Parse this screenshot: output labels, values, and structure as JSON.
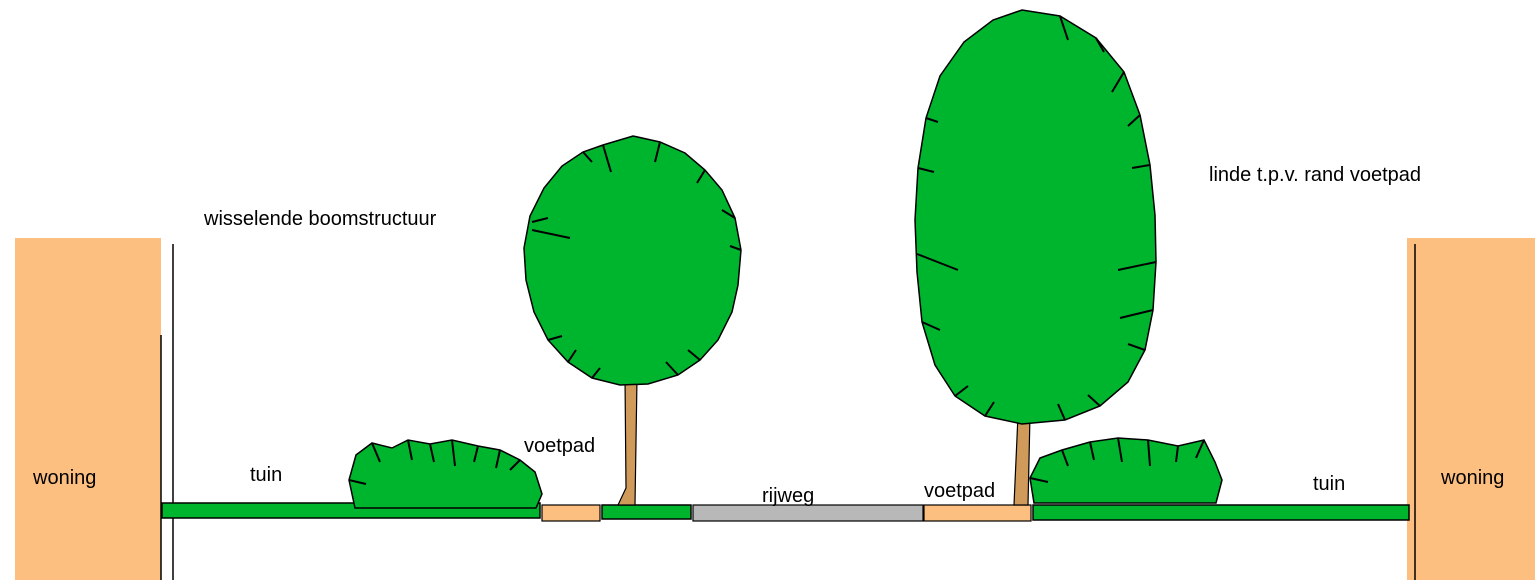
{
  "labels": {
    "house_left": "woning",
    "house_right": "woning",
    "garden_left": "tuin",
    "garden_right": "tuin",
    "footpath_left": "voetpad",
    "footpath_right": "voetpad",
    "roadway": "rijweg",
    "tree_structure": "wisselende boomstructuur",
    "linden_note": "linde t.p.v. rand voetpad"
  },
  "colors": {
    "house": "#fdbf80",
    "foliage": "#00b52e",
    "trunk": "#d09a5a",
    "road": "#b8b8b8",
    "footpath": "#fdbf80",
    "outline": "#000000"
  }
}
